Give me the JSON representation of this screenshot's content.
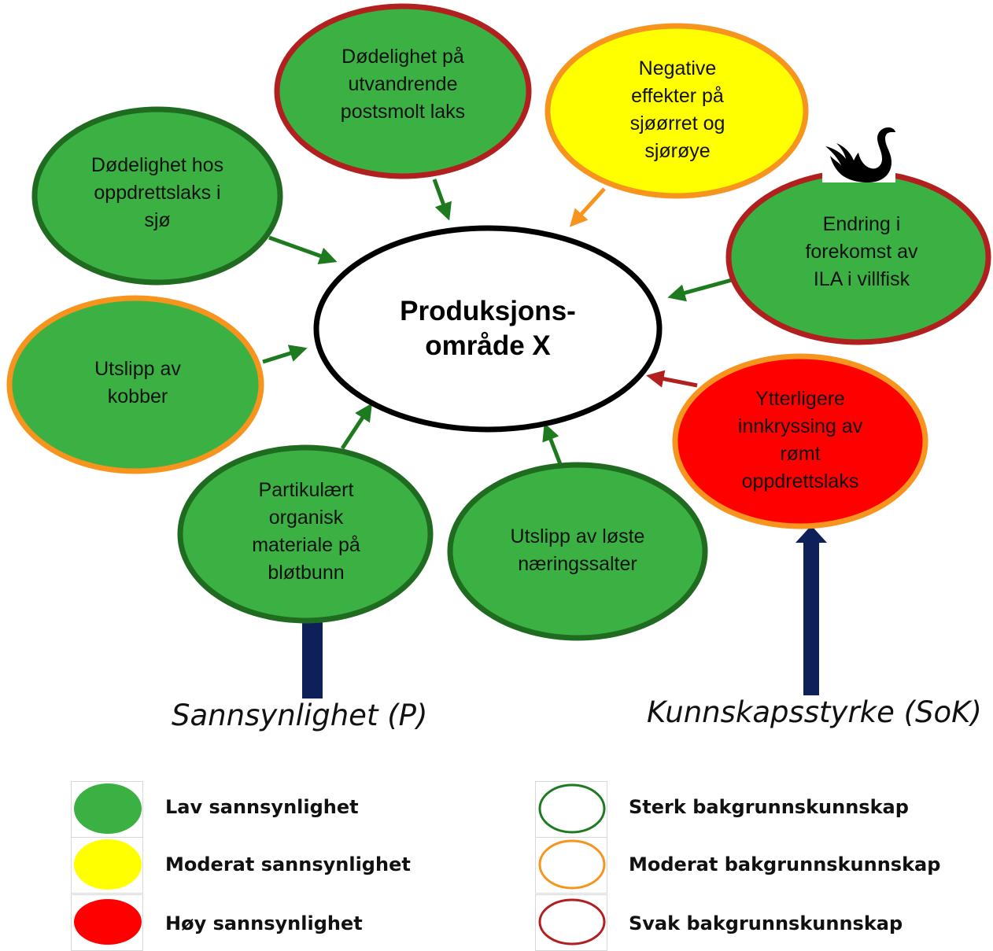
{
  "center": {
    "line1": "Produksjons-",
    "line2": "område X"
  },
  "nodes": [
    {
      "id": "dodelighet-postsmolt",
      "lines": [
        "Dødelighet på",
        "utvandrende",
        "postsmolt laks"
      ],
      "fill": "#3bb143",
      "border": "#b21f1f",
      "arrow": "#1e7a1e"
    },
    {
      "id": "negative-effekter",
      "lines": [
        "Negative",
        "effekter på",
        "sjøørret og",
        "sjørøye"
      ],
      "fill": "#ffff00",
      "border": "#f7941d",
      "arrow": "#f7941d"
    },
    {
      "id": "dodelighet-oppdrettslaks",
      "lines": [
        "Dødelighet hos",
        "oppdrettslaks i",
        "sjø"
      ],
      "fill": "#3bb143",
      "border": "#1f6b1f",
      "arrow": "#1e7a1e"
    },
    {
      "id": "endring-ila",
      "lines": [
        "Endring i",
        "forekomst av",
        "ILA i villfisk"
      ],
      "fill": "#3bb143",
      "border": "#b21f1f",
      "arrow": "#1e7a1e"
    },
    {
      "id": "utslipp-kobber",
      "lines": [
        "Utslipp av",
        "kobber"
      ],
      "fill": "#3bb143",
      "border": "#f7941d",
      "arrow": "#1e7a1e"
    },
    {
      "id": "innkryssing",
      "lines": [
        "Ytterligere",
        "innkryssing av",
        "rømt",
        "oppdrettslaks"
      ],
      "fill": "#ff0000",
      "border": "#f7941d",
      "arrow": "#b21f1f"
    },
    {
      "id": "partikulaert",
      "lines": [
        "Partikulært",
        "organisk",
        "materiale på",
        "bløtbunn"
      ],
      "fill": "#3bb143",
      "border": "#1f6b1f",
      "arrow": "#1e7a1e"
    },
    {
      "id": "naeringssalter",
      "lines": [
        "Utslipp av løste",
        "næringssalter"
      ],
      "fill": "#3bb143",
      "border": "#1f6b1f",
      "arrow": "#1e7a1e"
    }
  ],
  "axis_labels": {
    "probability": "Sannsynlighet (P)",
    "knowledge": "Kunnskapsstyrke (SoK)"
  },
  "legend": {
    "probability": [
      {
        "label": "Lav sannsynlighet",
        "color": "#3bb143"
      },
      {
        "label": "Moderat sannsynlighet",
        "color": "#ffff00"
      },
      {
        "label": "Høy sannsynlighet",
        "color": "#ff0000"
      }
    ],
    "knowledge": [
      {
        "label": "Sterk bakgrunnskunnskap",
        "color": "#1e7a1e"
      },
      {
        "label": "Moderat bakgrunnskunnskap",
        "color": "#f7941d"
      },
      {
        "label": "Svak bakgrunnskunnskap",
        "color": "#b21f1f"
      }
    ]
  },
  "colors": {
    "big_arrow": "#0d2158",
    "center_border": "#000000"
  },
  "icons": {
    "swan": "black-swan-icon"
  }
}
